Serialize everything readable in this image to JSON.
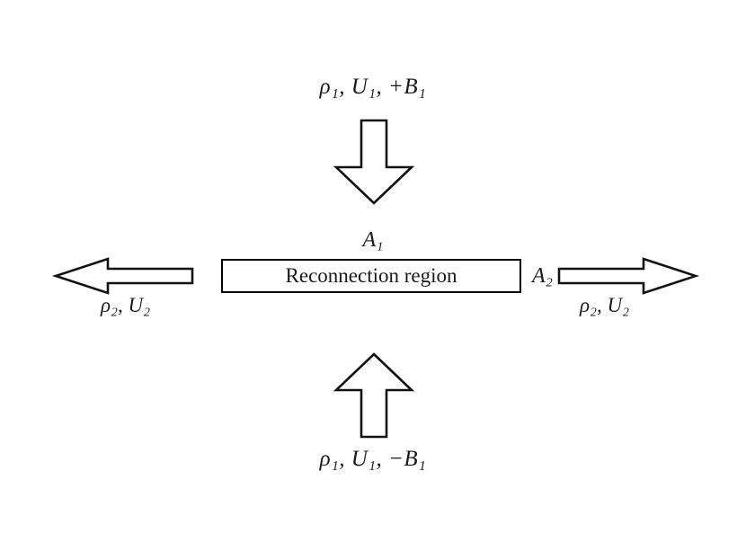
{
  "figure": {
    "title": "Magnetic reconnection region schematic",
    "background_color": "#ffffff",
    "stroke_color": "#111111",
    "text_color": "#1a1a1a"
  },
  "labels": {
    "inflow_top": "ρ₁, U₁, +B₁",
    "inflow_bottom": "ρ₁, U₁, −B₁",
    "area_inflow": "A₁",
    "area_outflow": "A₂",
    "outflow_left": "ρ₂, U₂",
    "outflow_right": "ρ₂, U₂",
    "region_box": "Reconnection region"
  },
  "arrows": {
    "down": {
      "direction": "down",
      "name": "inflow-arrow-top"
    },
    "up": {
      "direction": "up",
      "name": "inflow-arrow-bottom"
    },
    "left": {
      "direction": "left",
      "name": "outflow-arrow-left"
    },
    "right": {
      "direction": "right",
      "name": "outflow-arrow-right"
    }
  },
  "chart_data": {
    "type": "diagram",
    "title": "Reconnection region control volume",
    "elements": [
      {
        "id": "inflow_top",
        "kind": "arrow",
        "direction": "down",
        "label": "ρ₁, U₁, +B₁",
        "label_position": "above"
      },
      {
        "id": "inflow_bottom",
        "kind": "arrow",
        "direction": "up",
        "label": "ρ₁, U₁, −B₁",
        "label_position": "below"
      },
      {
        "id": "outflow_left",
        "kind": "arrow",
        "direction": "left",
        "label": "ρ₂, U₂",
        "label_position": "below"
      },
      {
        "id": "outflow_right",
        "kind": "arrow",
        "direction": "right",
        "label": "ρ₂, U₂",
        "label_position": "below"
      },
      {
        "id": "region",
        "kind": "box",
        "label": "Reconnection region"
      },
      {
        "id": "area_inflow",
        "kind": "annotation",
        "label": "A₁",
        "attached_to": "region",
        "position": "top"
      },
      {
        "id": "area_outflow",
        "kind": "annotation",
        "label": "A₂",
        "attached_to": "region",
        "position": "right"
      }
    ]
  }
}
